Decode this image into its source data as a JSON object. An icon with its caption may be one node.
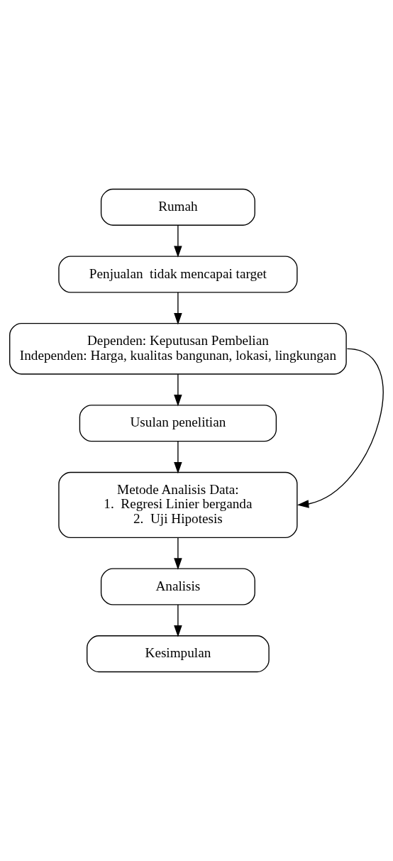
{
  "diagram": {
    "nodes": [
      {
        "text": [
          "Rumah"
        ]
      },
      {
        "text": [
          "Penjualan  tidak mencapai target"
        ]
      },
      {
        "text": [
          "Dependen: Keputusan Pembelian",
          "Independen: Harga, kualitas bangunan, lokasi, lingkungan"
        ]
      },
      {
        "text": [
          "Usulan penelitian"
        ]
      },
      {
        "text": [
          "Metode Analisis Data:",
          "1.  Regresi Linier berganda",
          "2.  Uji Hipotesis"
        ]
      },
      {
        "text": [
          "Analisis"
        ]
      },
      {
        "text": [
          "Kesimpulan"
        ]
      }
    ],
    "edges": [
      {
        "from": 0,
        "to": 1,
        "arrow": "to"
      },
      {
        "from": 1,
        "to": 2,
        "arrow": "to"
      },
      {
        "from": 2,
        "to": 3,
        "arrow": "to"
      },
      {
        "from": 3,
        "to": 4,
        "arrow": "to"
      },
      {
        "from": 2,
        "to": 4,
        "arrow": "to"
      },
      {
        "from": 4,
        "to": 5,
        "arrow": "to"
      },
      {
        "from": 5,
        "to": 6,
        "arrow": "to"
      }
    ]
  }
}
